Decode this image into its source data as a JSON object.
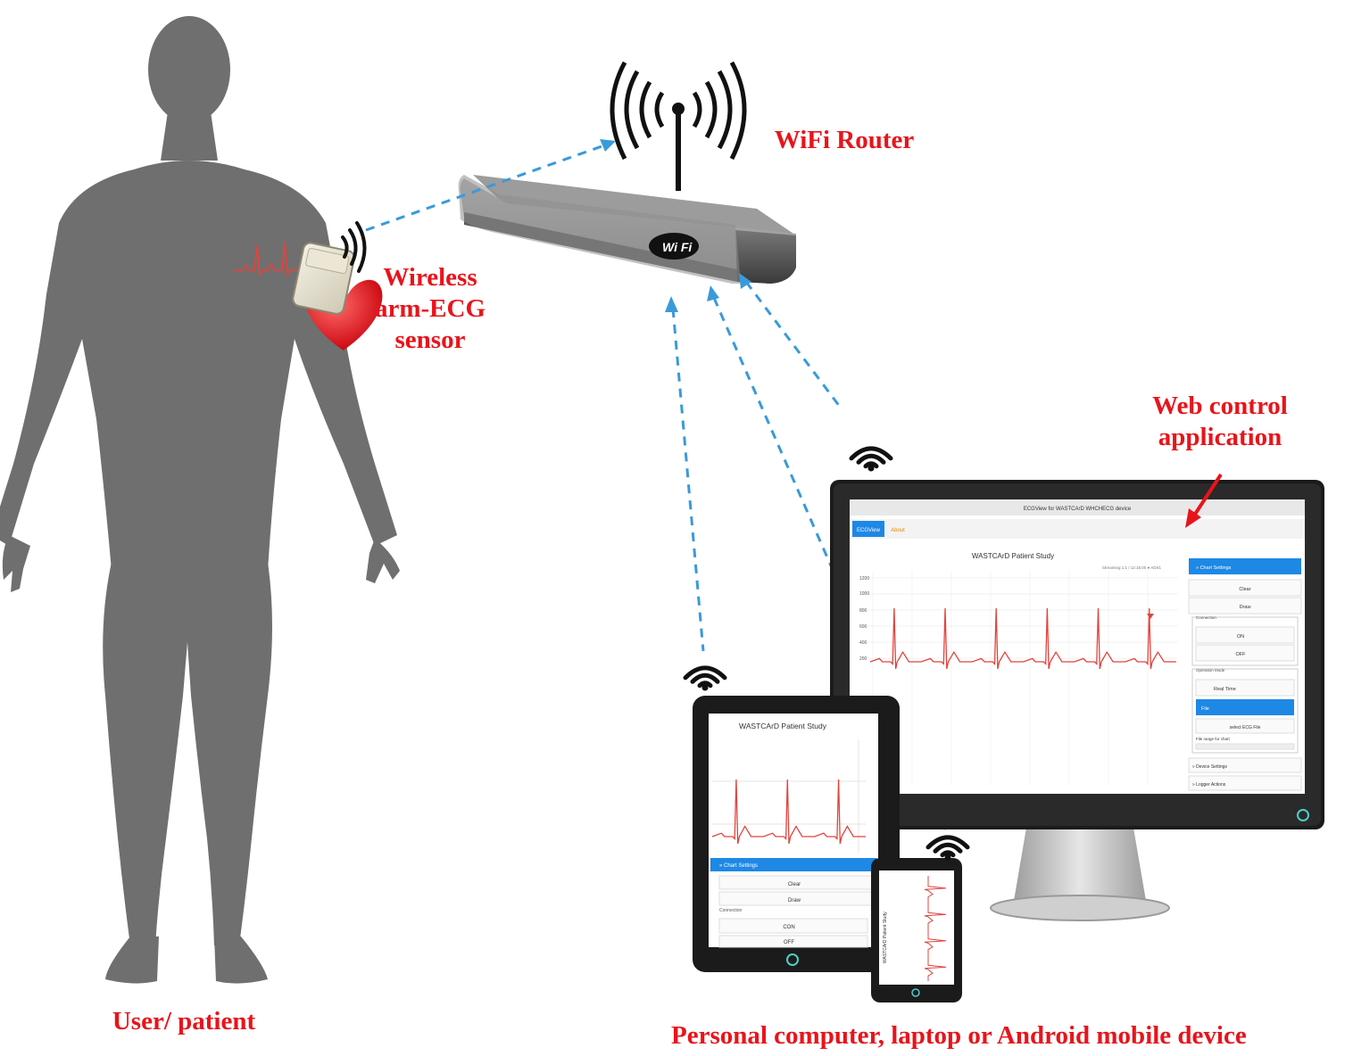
{
  "labels": {
    "router": "WiFi Router",
    "sensor": [
      "Wireless",
      "arm-ECG",
      "sensor"
    ],
    "web_app": [
      "Web control",
      "application"
    ],
    "patient": "User/ patient",
    "devices": "Personal computer, laptop or Android mobile device"
  },
  "router_logo": "Wi Fi",
  "monitor_screen": {
    "header": "ECGView for WASTCArD WHCHECG device",
    "tabs": [
      "ECGView",
      "About"
    ],
    "chart_title": "WASTCArD Patient Study",
    "chart_note": "Streaming 1:1 / 12:15:00 ● ADS1",
    "y_ticks": [
      "1200",
      "1000",
      "800",
      "600",
      "400",
      "200"
    ],
    "panel": {
      "chart_settings": "» Chart Settings",
      "clear": "Clear",
      "draw": "Draw",
      "connection_group": "Connection",
      "on": "ON",
      "off": "OFF",
      "mode_group": "Operation Mode",
      "real_time": "Real Time",
      "file": "File",
      "select_file": "select ECG File",
      "file_range": "File range for chart",
      "device_settings": "» Device Settings",
      "logger_actions": "» Logger Actions"
    }
  },
  "tablet_screen": {
    "chart_title": "WASTCArD Patient Study",
    "chart_settings": "» Chart Settings",
    "clear": "Clear",
    "draw": "Draw",
    "connection_group": "Connection",
    "on": "CON",
    "off": "OFF"
  },
  "phone_screen": {
    "chart_title": "WASTCArD Patient Study"
  },
  "colors": {
    "label_red": "#e8141b",
    "link_blue": "#3a9ad9",
    "silhouette": "#6f6f6f",
    "ui_blue": "#1e88e5",
    "ecg_trace": "#e0443e"
  }
}
